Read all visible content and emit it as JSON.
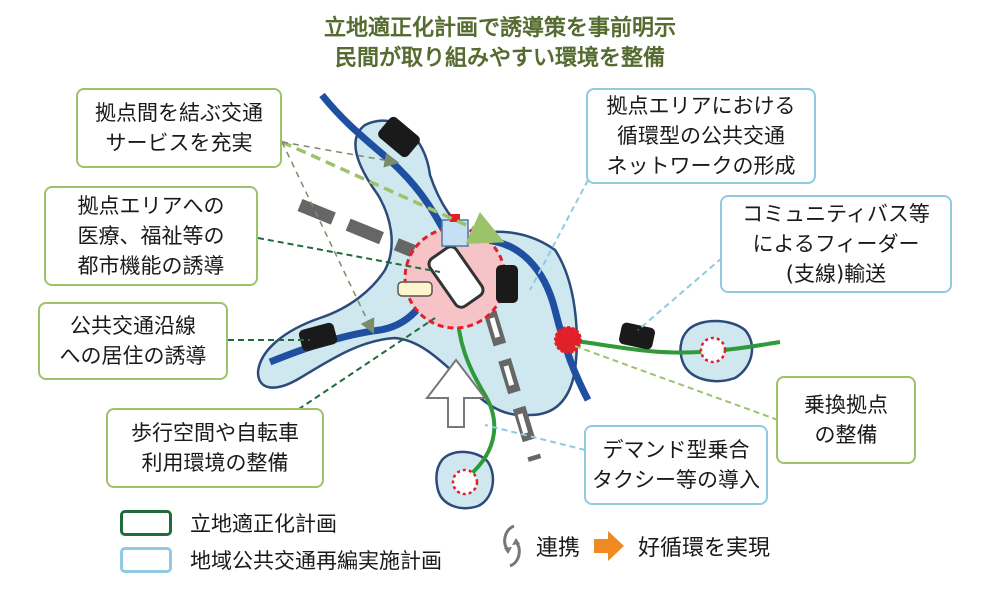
{
  "title": {
    "line1": "立地適正化計画で誘導策を事前明示",
    "line2": "民間が取り組みやすい環境を整備"
  },
  "boxes": {
    "link_services": [
      "拠点間を結ぶ交通",
      "サービスを充実"
    ],
    "medical": [
      "拠点エリアへの",
      "医療、福祉等の",
      "都市機能の誘導"
    ],
    "residence": [
      "公共交通沿線",
      "への居住の誘導"
    ],
    "walking": [
      "歩行空間や自転車",
      "利用環境の整備"
    ],
    "circular": [
      "拠点エリアにおける",
      "循環型の公共交通",
      "ネットワークの形成"
    ],
    "community_bus": [
      "コミュニティバス等",
      "によるフィーダー",
      "(支線)輸送"
    ],
    "transfer": [
      "乗換拠点",
      "の整備"
    ],
    "demand": [
      "デマンド型乗合",
      "タクシー等の導入"
    ]
  },
  "legend": {
    "plan1": "立地適正化計画",
    "plan2": "地域公共交通再編実施計画"
  },
  "flow": {
    "left": "連携",
    "right": "好循環を実現"
  },
  "colors": {
    "area_fill": "#cfe7ef",
    "area_stroke": "#2c4a7a",
    "rail_blue": "#1f4fa0",
    "bus_green": "#2e9a3a",
    "dark_green": "#1f6b3a",
    "light_green": "#9dc36a",
    "light_blue": "#8fcbe0",
    "hub_red": "#e0202a",
    "arrow_orange": "#ef8a22"
  }
}
